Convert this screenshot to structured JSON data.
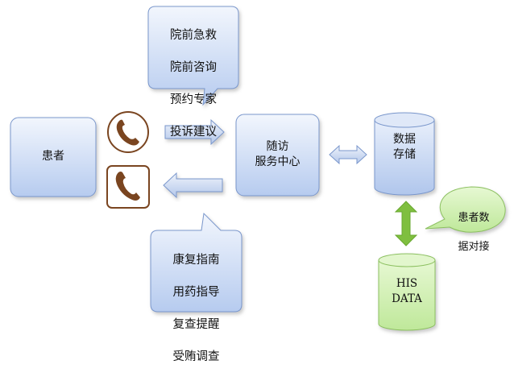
{
  "nodes": {
    "patient": "患者",
    "center": "随访\n服务中心",
    "storage": "数据\n存储",
    "his": "HIS\nDATA"
  },
  "callouts": {
    "top": [
      "院前急救",
      "院前咨询",
      "预约专家",
      "投诉建议"
    ],
    "bottom": [
      "康复指南",
      "用药指导",
      "复查提醒",
      "受贿调查"
    ],
    "right": [
      "患者数",
      "据对接"
    ]
  },
  "icons": [
    "phone-circle-icon",
    "phone-square-icon"
  ],
  "colors": {
    "box_fill_top": "#e9f0fb",
    "box_fill_bottom": "#b9ccee",
    "box_stroke": "#7a97cc",
    "arrow_fill": "#c6d5ef",
    "green_arrow": "#7fbf3f",
    "green_bubble": "#b2e08b",
    "his_fill": "#ccf0a8",
    "phone_brown": "#7a4520"
  }
}
